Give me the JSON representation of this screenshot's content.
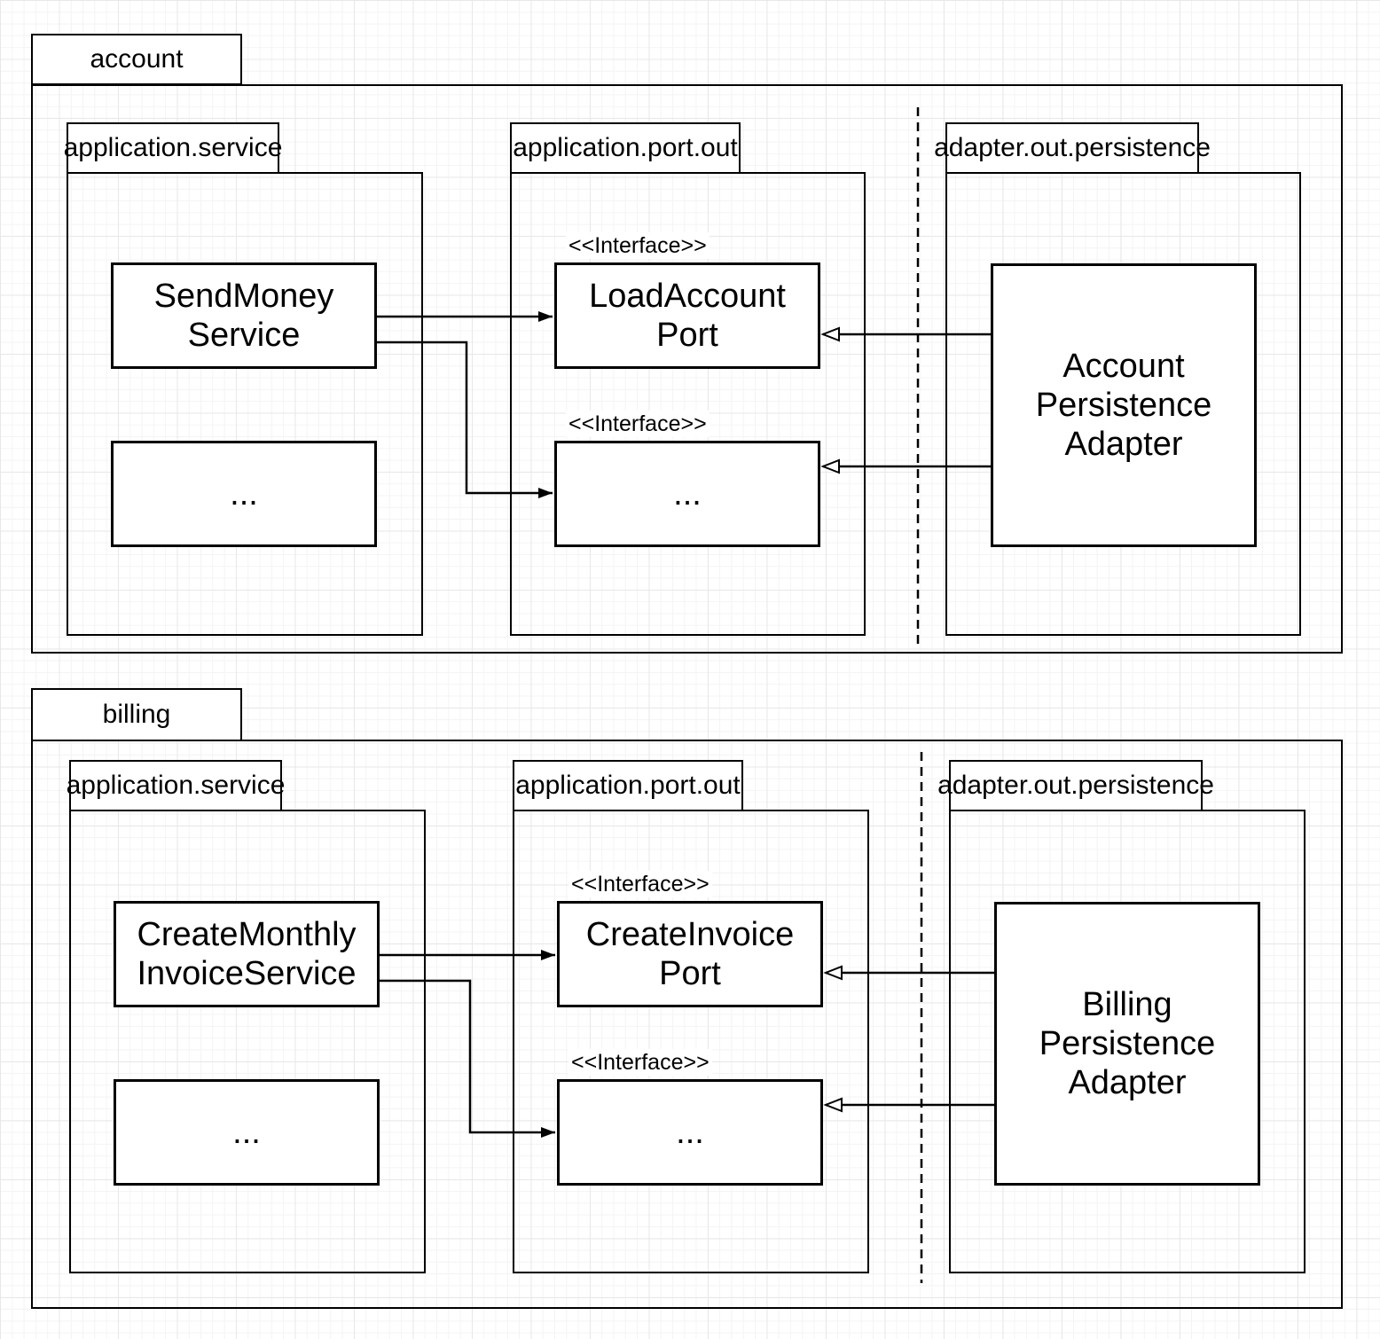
{
  "diagram": {
    "title": "hexagonal architecture package diagram",
    "colors": {
      "stroke": "#000000",
      "shape_fill": "#ffffff",
      "grid_minor": "#f4f4f4",
      "grid_major": "#e8e8e8"
    }
  },
  "sections": [
    {
      "label": "account",
      "packages": [
        {
          "label": "application.service",
          "boxes": [
            {
              "label": "SendMoney\nService"
            },
            {
              "label": "..."
            }
          ]
        },
        {
          "label": "application.port.out",
          "boxes": [
            {
              "stereotype": "<<Interface>>",
              "label": "LoadAccount\nPort"
            },
            {
              "stereotype": "<<Interface>>",
              "label": "..."
            }
          ]
        },
        {
          "label": "adapter.out.persistence",
          "boxes": [
            {
              "label": "Account\nPersistence\nAdapter"
            }
          ]
        }
      ]
    },
    {
      "label": "billing",
      "packages": [
        {
          "label": "application.service",
          "boxes": [
            {
              "label": "CreateMonthly\nInvoiceService"
            },
            {
              "label": "..."
            }
          ]
        },
        {
          "label": "application.port.out",
          "boxes": [
            {
              "stereotype": "<<Interface>>",
              "label": "CreateInvoice\nPort"
            },
            {
              "stereotype": "<<Interface>>",
              "label": "..."
            }
          ]
        },
        {
          "label": "adapter.out.persistence",
          "boxes": [
            {
              "label": "Billing\nPersistence\nAdapter"
            }
          ]
        }
      ]
    }
  ]
}
